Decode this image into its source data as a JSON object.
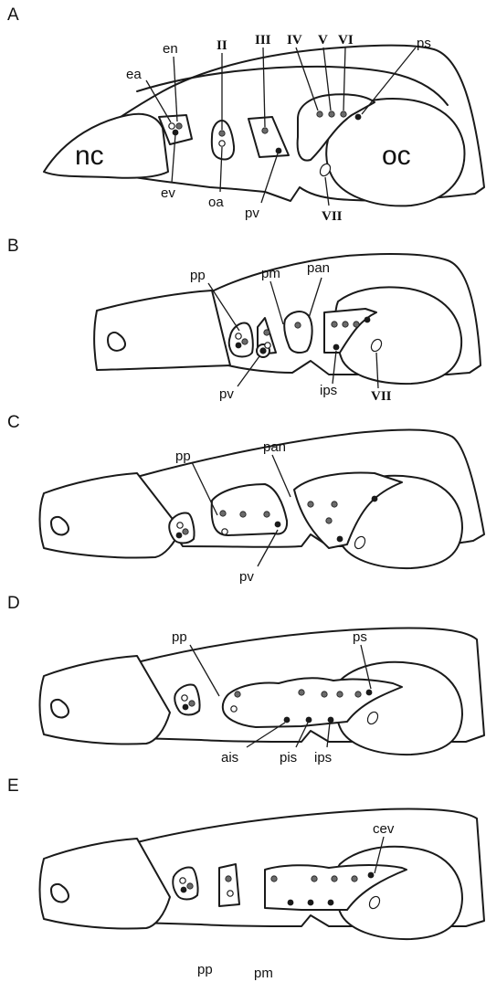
{
  "panels": {
    "a": {
      "letter": "A",
      "labels": {
        "nc": "nc",
        "oc": "oc",
        "ea": "ea",
        "en": "en",
        "ev": "ev",
        "oa": "oa",
        "pv": "pv",
        "ps": "ps",
        "n2": "II",
        "n3": "III",
        "n4": "IV",
        "n5": "V",
        "n6": "VI",
        "n7": "VII"
      }
    },
    "b": {
      "letter": "B",
      "labels": {
        "pp": "pp",
        "pm": "pm",
        "pan": "pan",
        "pv": "pv",
        "ips": "ips",
        "n7": "VII"
      }
    },
    "c": {
      "letter": "C",
      "labels": {
        "pp": "pp",
        "pan": "pan",
        "pv": "pv"
      }
    },
    "d": {
      "letter": "D",
      "labels": {
        "pp": "pp",
        "ps": "ps",
        "ais": "ais",
        "pis": "pis",
        "ips": "ips"
      }
    },
    "e": {
      "letter": "E",
      "labels": {
        "cev": "cev",
        "pp": "pp",
        "pm": "pm"
      }
    }
  },
  "colors": {
    "line": "#1a1a1a",
    "background": "#ffffff"
  }
}
